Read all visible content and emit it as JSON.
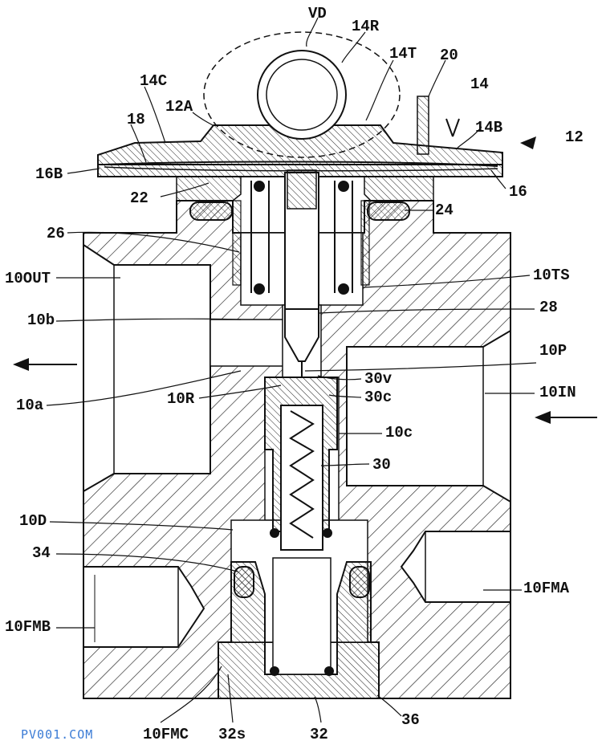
{
  "diagram": {
    "labels": {
      "VD": "VD",
      "l14R": "14R",
      "l14T": "14T",
      "l20": "20",
      "l14C": "14C",
      "l14": "14",
      "l12A": "12A",
      "l18": "18",
      "l14B": "14B",
      "l12": "12",
      "l16B": "16B",
      "l16": "16",
      "l22": "22",
      "l24": "24",
      "l26": "26",
      "l10OUT": "10OUT",
      "l10TS": "10TS",
      "l10b": "10b",
      "l28": "28",
      "l10P": "10P",
      "l30v": "30v",
      "l10R": "10R",
      "l30c": "30c",
      "l10IN": "10IN",
      "l10a": "10a",
      "l10c": "10c",
      "l30": "30",
      "l10D": "10D",
      "l34": "34",
      "l10FMA": "10FMA",
      "l10FMB": "10FMB",
      "l10FMC": "10FMC",
      "l32s": "32s",
      "l32": "32",
      "l36": "36"
    },
    "watermark": "PV001.COM",
    "watermark_color": "#3a7bd5"
  }
}
